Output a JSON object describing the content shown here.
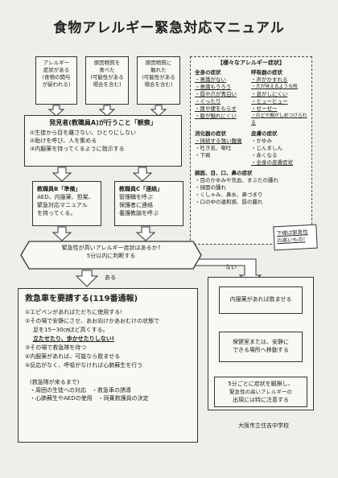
{
  "title": "食物アレルギー緊急対応マニュアル",
  "top_boxes": [
    [
      "アレルギー",
      "症状がある",
      "(食物の関与",
      "が疑われる)"
    ],
    [
      "原因物質を",
      "食べた",
      "(可能性がある",
      "場合を含む)"
    ],
    [
      "原因物質に",
      "触れた",
      "(可能性がある",
      "場合を含む)"
    ]
  ],
  "discover": {
    "heading": "発見者(教職員A)が行うこと「観察」",
    "items": [
      "①生徒から目を離さない、ひとりにしない",
      "②助けを呼び、人を集める",
      "③内服薬を持ってくるように指示する"
    ]
  },
  "staff_b": {
    "heading": "教職員B「準備」",
    "lines": [
      "AED、内服薬、担架、",
      "緊急対応マニュアル",
      "を持ってくる。"
    ]
  },
  "staff_c": {
    "heading": "教職員C「連絡」",
    "lines": [
      "管理職を呼ぶ",
      "保護者に連絡",
      "養護教諭を呼ぶ"
    ]
  },
  "symptoms": {
    "heading": "【様々なアレルギー症状】",
    "zenshin": {
      "label": "全身の症状",
      "items": [
        "・意識がない",
        "・意識もうろう",
        "・ぐったり",
        "・尿や便をもらす",
        "・脈が触れにくい",
        "・唇や爪が青白い"
      ]
    },
    "kokyu": {
      "label": "呼吸器の症状",
      "items": [
        "・声がかすれる",
        "・犬が吠えるような咳",
        "・息がしにくい",
        "・ヒューヒュー",
        "・ゼーゼー",
        "・のどや胸がしめつけられる"
      ]
    },
    "shoka": {
      "label": "消化器の症状",
      "items": [
        "・持続する強い腹痛",
        "・吐き気、嘔吐",
        "・下痢"
      ]
    },
    "hifu": {
      "label": "皮膚の症状",
      "items": [
        "・かゆみ",
        "・じんましん",
        "・赤くなる",
        "・全身の皮膚症状"
      ]
    },
    "ganbu": {
      "label": "顔面、目、口、鼻の症状",
      "items": [
        "・目のかゆみや充血、まぶたの腫れ",
        "・顔面の腫れ",
        "・くしゃみ、鼻水、鼻づまり",
        "・口の中の違和感、唇の腫れ"
      ]
    },
    "note": [
      "下線は緊急性",
      "の高いもの!"
    ]
  },
  "question": [
    "緊急性が高いアレルギー症状はあるか?",
    "5分以内に判断する"
  ],
  "aru": "ある",
  "nai": "ない",
  "ambulance": {
    "heading": "救急車を要請する(119番通報)",
    "items": [
      "①エピペンがあればただちに使用する!",
      "②その場で安静にさせ、あお向けかあおむけの状態で",
      "足を15~30㎝ほど高くする。",
      "立たせたり、歩かせたりしない!",
      "③その場で救急隊を待つ",
      "④内服薬があれば、可能なら飲ませる",
      "⑤反応がなく、呼吸がなければ心肺蘇生を行う"
    ],
    "sub_heading": "(救急隊が来るまで)",
    "sub_items": [
      "・周囲の生徒への対応　・救急車の誘導",
      "・心肺蘇生やAEDの使用　・同乗救護員の決定"
    ]
  },
  "nai_flow": [
    "内服薬があれば飲ませる",
    "保健室または、安静に",
    "できる場所へ移動する",
    "5分ごとに症状を観察し、",
    "緊急性の高いアレルギーの",
    "出現には特に注意する"
  ],
  "school": "大阪市立住吉中学校"
}
